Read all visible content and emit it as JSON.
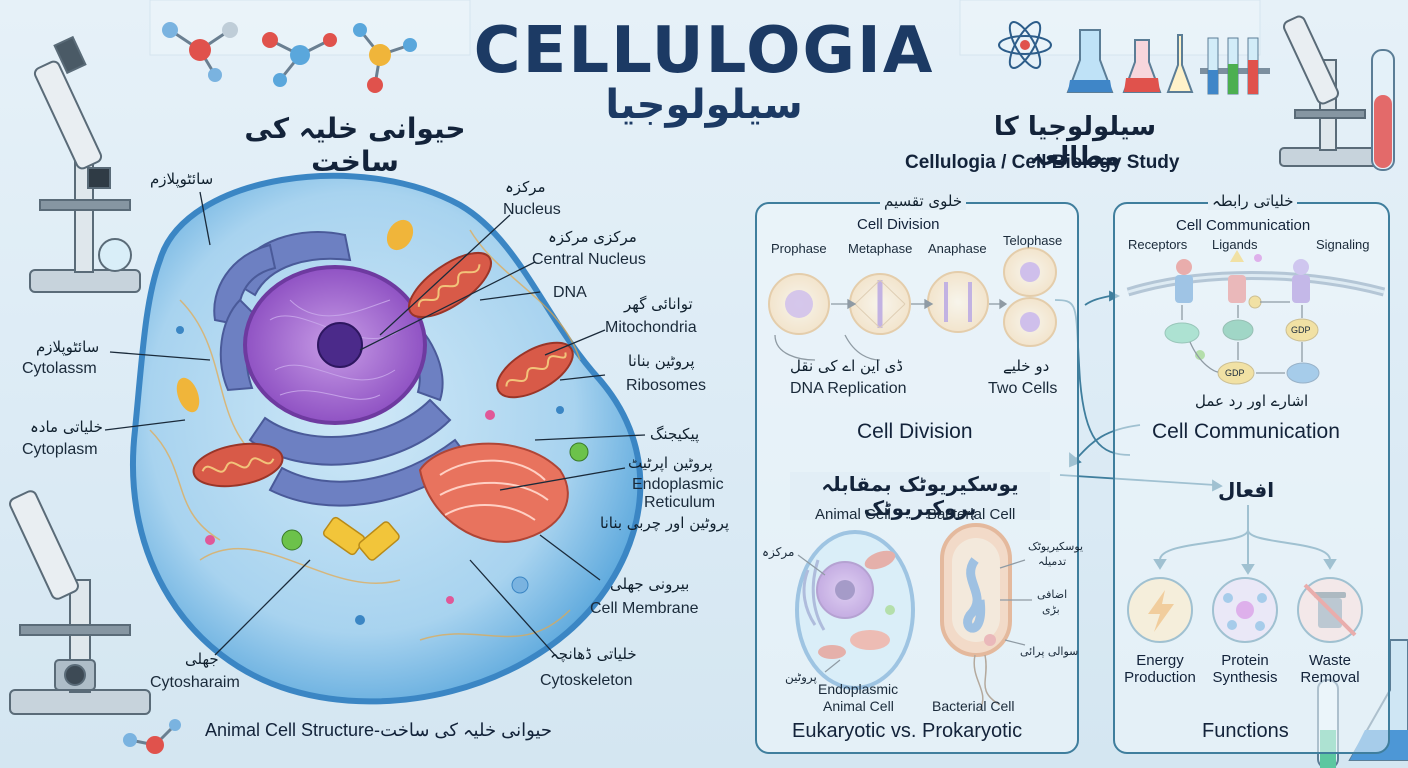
{
  "title": "CELLULOGIA",
  "title_urdu": "سیلولوجیا",
  "left": {
    "heading_urdu": "حیوانی خلیہ کی ساخت",
    "footer": "Animal Cell Structure-حیوانی خلیہ کی ساخت",
    "labels": {
      "cytoplasm_top_ur": "سائٹوپلازم",
      "nucleus_ur": "مرکزہ",
      "nucleus_en": "Nucleus",
      "central_nucleus_ur": "مرکزی مرکزہ",
      "central_nucleus_en": "Central Nucleus",
      "dna_en": "DNA",
      "mito_ur": "توانائی گھر",
      "mito_en": "Mitochondria",
      "ribo_ur": "پروٹین بنانا",
      "ribo_en": "Ribosomes",
      "cytolassm_ur": "سائٹوپلازم",
      "cytolassm_en": "Cytolassm",
      "cytoplasm_ur": "خلیاتی مادہ",
      "cytoplasm_en": "Cytoplasm",
      "packaging_ur": "پیکیجنگ",
      "er_ur1": "پروٹین اپرٹیٹ",
      "er_en1": "Endoplasmic",
      "er_en2": "Reticulum",
      "er_ur2": "پروٹین اور چربی بنانا",
      "membrane_ur": "بیرونی جھلی",
      "membrane_en": "Cell Membrane",
      "cytosharaim_ur": "جھلی",
      "cytosharaim_en": "Cytosharaim",
      "cytoskeleton_ur": "خلیاتی ڈھانچہ",
      "cytoskeleton_en": "Cytoskeleton"
    }
  },
  "right": {
    "heading_urdu": "سیلولوجیا کا مطالعہ",
    "subtitle": "Cellulogia / Cell Biology Study",
    "division": {
      "title_ur": "خلوی تقسیم",
      "title_en": "Cell Division",
      "phases": [
        "Prophase",
        "Metaphase",
        "Anaphase",
        "Telophase"
      ],
      "dna_rep_ur": "ڈی این اے کی نقل",
      "dna_rep_en": "DNA Replication",
      "two_cells_ur": "دو خلیے",
      "two_cells_en": "Two Cells",
      "caption": "Cell Division"
    },
    "communication": {
      "title_ur": "خلیاتی رابطہ",
      "title_en": "Cell Communication",
      "receptors": "Receptors",
      "ligands": "Ligands",
      "signaling": "Signaling",
      "gdp1": "GDP",
      "gdp2": "GDP",
      "signal_ur": "اشارے اور رد عمل",
      "caption": "Cell Communication"
    },
    "comparison": {
      "title_ur": "یوسکیریوٹک بمقابلہ پروکیریوٹک",
      "animal_cell": "Animal Cell",
      "bacterial_cell": "Bacterial Cell",
      "nucleus_ur": "مرکزہ",
      "protein_ur": "پروٹین",
      "euk_ur": "یوسکیریوٹک",
      "euk_ur2": "تدمیلہ",
      "plasmid_ur": "اضافی",
      "plasmid_ur2": "بڑی",
      "flag_ur": "سوالی پرائی",
      "er_label1": "Endoplasmic",
      "er_label2": "Animal Cell",
      "bact_caption": "Bacterial Cell",
      "caption": "Eukaryotic vs. Prokaryotic"
    },
    "functions": {
      "title_ur": "افعال",
      "items": [
        {
          "l1": "Energy",
          "l2": "Production",
          "icon": "lightning-icon"
        },
        {
          "l1": "Protein",
          "l2": "Synthesis",
          "icon": "molecule-icon"
        },
        {
          "l1": "Waste",
          "l2": "Removal",
          "icon": "trash-icon"
        }
      ],
      "caption": "Functions"
    }
  },
  "colors": {
    "title": "#1c3a64",
    "box_border": "#3f7e9d",
    "cell_blue": "#5aa7dc",
    "nucleus_purple": "#9b5cc9",
    "mito_red": "#d85a48",
    "er_blue": "#5f73b5"
  }
}
